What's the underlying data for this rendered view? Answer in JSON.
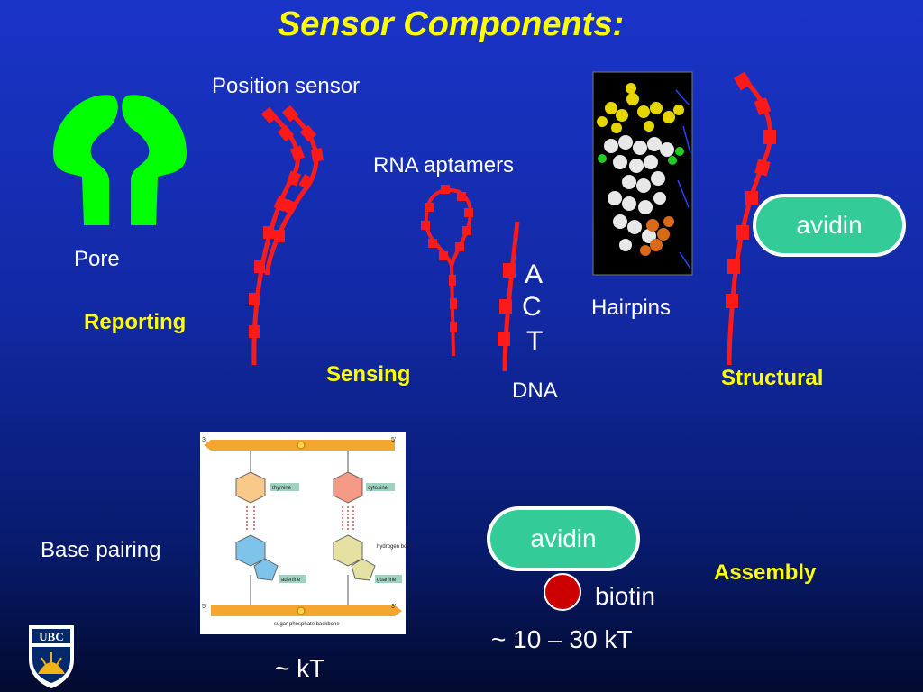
{
  "slide": {
    "title": "Sensor Components:",
    "labels": {
      "position_sensor": "Position sensor",
      "rna_aptamers": "RNA aptamers",
      "pore": "Pore",
      "reporting": "Reporting",
      "sensing": "Sensing",
      "dna": "DNA",
      "hairpins": "Hairpins",
      "structural": "Structural",
      "avidin_top": "avidin",
      "base_pairing": "Base pairing",
      "avidin_bottom": "avidin",
      "biotin": "biotin",
      "assembly": "Assembly",
      "energy_assembly": "~ 10 – 30 kT",
      "energy_base": "~ kT"
    },
    "dna_letters": [
      "A",
      "C",
      "T"
    ],
    "base_pairing_figure": {
      "strand_ends": [
        "3'",
        "5'",
        "5'",
        "3'"
      ],
      "bases": [
        "thymine",
        "cytosine",
        "adenine",
        "guanine"
      ],
      "notes": [
        "hydrogen bond",
        "sugar-phosphate backbone"
      ]
    },
    "logo_text": "UBC",
    "colors": {
      "background": "#1229a4",
      "title": "#ffff00",
      "pore": "#00ff00",
      "sensor": "#ff1a1a",
      "avidin": "#33cc99",
      "biotin": "#cc0000"
    }
  }
}
